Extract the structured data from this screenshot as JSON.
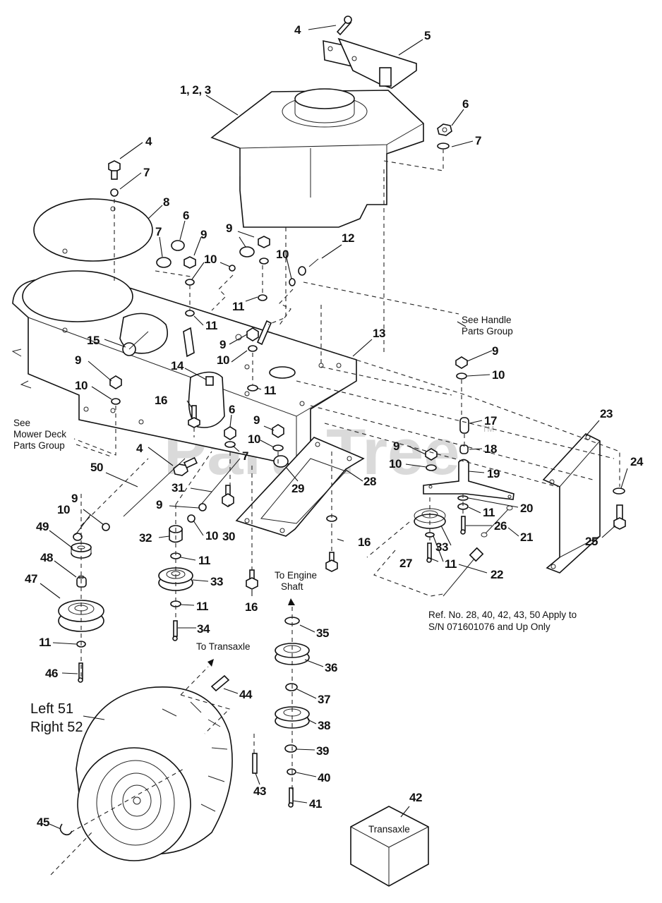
{
  "diagram": {
    "title": "Engine, Drive Belt and Pulley Parts Diagram",
    "watermark": "PartsTree",
    "watermark_tm": "TM",
    "callouts": {
      "c_1_2_3": "1, 2, 3",
      "c4_top": "4",
      "c5": "5",
      "c6_right": "6",
      "c7_right": "7",
      "c4_left": "4",
      "c7_left": "7",
      "c8": "8",
      "c7_mid": "7",
      "c6_mid": "6",
      "c9_a": "9",
      "c9_b": "9",
      "c10_a": "10",
      "c10_b": "10",
      "c12": "12",
      "c11_a": "11",
      "c11_b": "11",
      "c15": "15",
      "c13": "13",
      "c9_c": "9",
      "c10_c": "10",
      "c11_c": "11",
      "c14": "14",
      "c9_left": "9",
      "c10_left": "10",
      "c16_a": "16",
      "c6_low": "6",
      "c9_d": "9",
      "c10_d": "10",
      "c7_low": "7",
      "c4_low": "4",
      "c29": "29",
      "c28": "28",
      "c9_right": "9",
      "c10_right": "10",
      "c17": "17",
      "c18": "18",
      "c9_e": "9",
      "c10_e": "10",
      "c19": "19",
      "c23": "23",
      "c24": "24",
      "c25": "25",
      "c20": "20",
      "c11_d": "11",
      "c26": "26",
      "c21": "21",
      "c33_right": "33",
      "c27": "27",
      "c11_e": "11",
      "c22": "22",
      "c50": "50",
      "c31": "31",
      "c9_f": "9",
      "c10_f": "10",
      "c9_g": "9",
      "c10_g": "10",
      "c30": "30",
      "c49": "49",
      "c32": "32",
      "c11_f": "11",
      "c48": "48",
      "c33_mid": "33",
      "c47": "47",
      "c11_g": "11",
      "c11_h": "11",
      "c16_b": "16",
      "c16_c": "16",
      "c34": "34",
      "c46": "46",
      "c35": "35",
      "c36": "36",
      "c44": "44",
      "c37": "37",
      "c38": "38",
      "c39": "39",
      "c40": "40",
      "c41": "41",
      "c43": "43",
      "c42": "42",
      "c45": "45"
    },
    "notes": {
      "handle_line1": "See Handle",
      "handle_line2": "Parts Group",
      "mower_line1": "See",
      "mower_line2": "Mower Deck",
      "mower_line3": "Parts Group",
      "engine_shaft_line1": "To Engine",
      "engine_shaft_line2": "Shaft",
      "to_transaxle": "To Transaxle",
      "ref_line1": "Ref. No. 28, 40, 42, 43, 50 Apply to",
      "ref_line2": "S/N 071601076 and Up Only",
      "wheel_left": "Left 51",
      "wheel_right": "Right 52",
      "transaxle_box": "Transaxle"
    }
  }
}
